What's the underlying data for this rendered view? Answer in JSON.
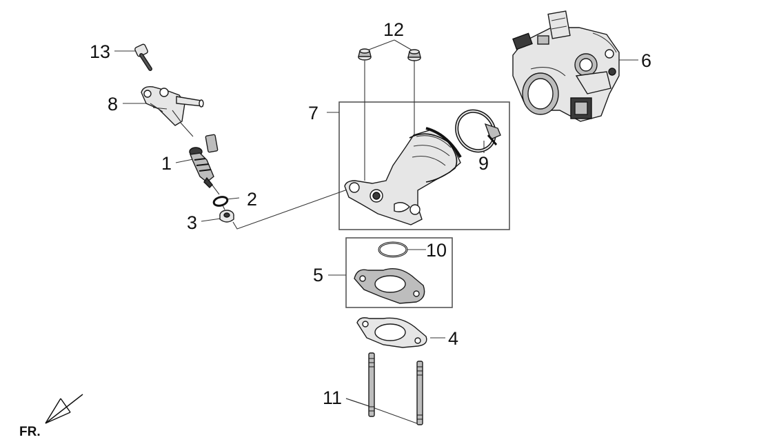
{
  "diagram": {
    "orientation_label": "FR.",
    "callouts": [
      {
        "id": "1",
        "label": "1"
      },
      {
        "id": "2",
        "label": "2"
      },
      {
        "id": "3",
        "label": "3"
      },
      {
        "id": "4",
        "label": "4"
      },
      {
        "id": "5",
        "label": "5"
      },
      {
        "id": "6",
        "label": "6"
      },
      {
        "id": "7",
        "label": "7"
      },
      {
        "id": "8",
        "label": "8"
      },
      {
        "id": "9",
        "label": "9"
      },
      {
        "id": "10",
        "label": "10"
      },
      {
        "id": "11",
        "label": "11"
      },
      {
        "id": "12",
        "label": "12"
      },
      {
        "id": "13",
        "label": "13"
      }
    ],
    "parts": [
      {
        "callout": "1",
        "icon": "fuel-injector-icon"
      },
      {
        "callout": "2",
        "icon": "o-ring-icon"
      },
      {
        "callout": "3",
        "icon": "seal-cap-icon"
      },
      {
        "callout": "4",
        "icon": "gasket-icon"
      },
      {
        "callout": "5",
        "icon": "insulator-icon"
      },
      {
        "callout": "6",
        "icon": "throttle-body-icon"
      },
      {
        "callout": "7",
        "icon": "intake-manifold-icon"
      },
      {
        "callout": "8",
        "icon": "fuel-connector-icon"
      },
      {
        "callout": "9",
        "icon": "hose-clamp-icon"
      },
      {
        "callout": "10",
        "icon": "o-ring-icon"
      },
      {
        "callout": "11",
        "icon": "stud-bolt-icon"
      },
      {
        "callout": "12",
        "icon": "flange-nut-icon"
      },
      {
        "callout": "13",
        "icon": "bolt-icon"
      }
    ]
  }
}
